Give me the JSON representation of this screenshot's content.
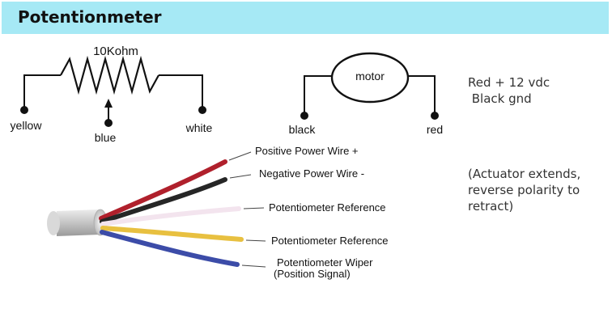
{
  "title": "Potentionmeter",
  "potentiometer": {
    "rating": "10Kohm",
    "terminals": {
      "left": "yellow",
      "wiper": "blue",
      "right": "white"
    }
  },
  "motor": {
    "label": "motor",
    "terminals": {
      "left": "black",
      "right": "red"
    }
  },
  "power_note": [
    "Red + 12 vdc",
    " Black gnd"
  ],
  "actuator_note": [
    "(Actuator extends,",
    "reverse polarity to",
    "retract)"
  ],
  "wires": [
    {
      "label": "Positive Power Wire +",
      "color": "#b0202c"
    },
    {
      "label": "Negative Power Wire -",
      "color": "#262626"
    },
    {
      "label": "Potentiometer Reference",
      "color": "#f3e4ee"
    },
    {
      "label": "Potentiometer Reference",
      "color": "#e8c040"
    },
    {
      "label": "Potentiometer Wiper",
      "sublabel": "(Position Signal)",
      "color": "#3c4ca8"
    }
  ]
}
